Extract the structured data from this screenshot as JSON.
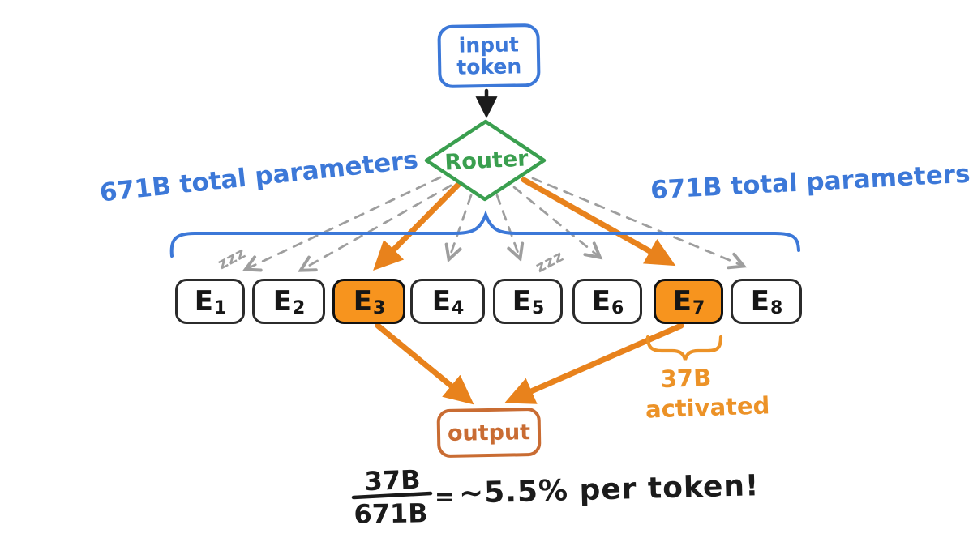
{
  "nodes": {
    "input_token": {
      "line1": "input",
      "line2": "token"
    },
    "router": {
      "label": "Router"
    },
    "output": {
      "label": "output"
    }
  },
  "labels": {
    "left_total": "671B total parameters",
    "right_total": "671B total parameters",
    "activated_value": "37B",
    "activated_word": "activated",
    "sleep_e1": "zzz",
    "sleep_e1_inner": "z",
    "sleep_e5": "zzz",
    "sleep_e5_inner": "z"
  },
  "experts": [
    {
      "base": "E",
      "sub": "1",
      "active": false
    },
    {
      "base": "E",
      "sub": "2",
      "active": false
    },
    {
      "base": "E",
      "sub": "3",
      "active": true
    },
    {
      "base": "E",
      "sub": "4",
      "active": false
    },
    {
      "base": "E",
      "sub": "5",
      "active": false
    },
    {
      "base": "E",
      "sub": "6",
      "active": false
    },
    {
      "base": "E",
      "sub": "7",
      "active": true
    },
    {
      "base": "E",
      "sub": "8",
      "active": false
    }
  ],
  "formula": {
    "numerator": "37B",
    "denominator": "671B",
    "equals": "=",
    "result": "~5.5% per token!"
  },
  "colors": {
    "blue": "#3c78d8",
    "green": "#3a9f4f",
    "orange_arrow": "#e8821c",
    "orange_fill": "#f7941e",
    "orange_deep": "#c96c33",
    "orange_light": "#ec9227",
    "gray": "#9e9e9e",
    "ink": "#1b1b1b"
  }
}
